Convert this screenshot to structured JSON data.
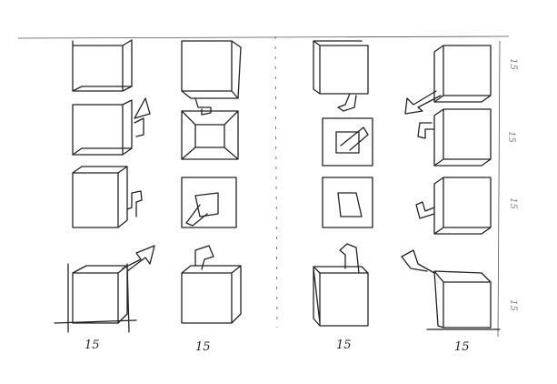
{
  "sketch": {
    "bottom_labels": [
      "15",
      "15",
      "15",
      "15"
    ],
    "right_labels": [
      "15",
      "15",
      "15",
      "15"
    ]
  }
}
